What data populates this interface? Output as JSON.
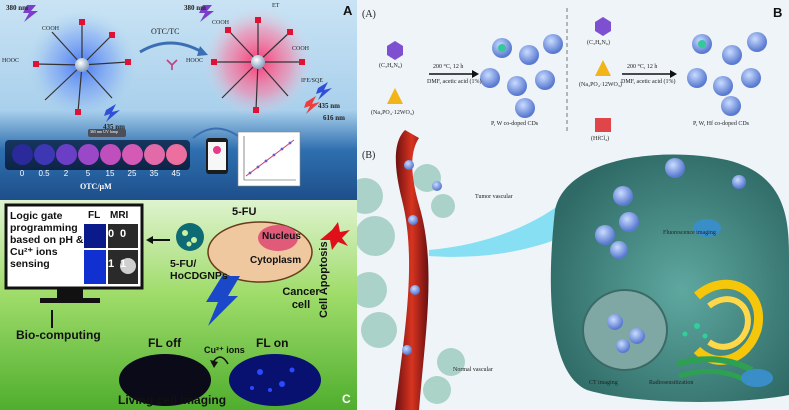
{
  "panel_a": {
    "label": "A",
    "excitation_left": "380 nm",
    "excitation_right": "380 nm",
    "emission_left": "435 nm",
    "emission_right_1": "435 nm",
    "emission_right_2": "616 nm",
    "analyte_arrow": "OTC/TC",
    "et_label": "ET",
    "ife_label": "IFE/SQE",
    "uv_lamp_label": "365 nm UV lamp",
    "concentrations": [
      "0",
      "0.5",
      "2",
      "5",
      "15",
      "25",
      "35",
      "45"
    ],
    "concentration_unit": "OTC/μM",
    "dot_colors": [
      "#2a2a9a",
      "#3d37b4",
      "#6a3fc6",
      "#9a48c8",
      "#c04fbe",
      "#d45ab5",
      "#e36aa8",
      "#ec6f9f"
    ],
    "group_labels": {
      "cooh_top_left": "COOH",
      "hooc_left": "HOOC",
      "cooh_right_left": "COOH",
      "hooc_right": "HOOC",
      "cooh_right_right": "COOH"
    }
  },
  "panel_b": {
    "label": "B",
    "sub_a": "(A)",
    "sub_b": "(B)",
    "reactant_1": "(C₃H₆N₆)",
    "reactant_2": "(Na₃PO₄·12WO₃)",
    "condition_1": "200 °C, 12 h",
    "condition_2": "DMF, acetic acid (1%)",
    "product_1": "P, W co-doped CDs",
    "reactant_3": "(C₃H₆N₆)",
    "reactant_4": "(Na₃PO₄·12WO₃)",
    "reactant_5": "(HfCl₄)",
    "condition_3": "200 °C, 12 h",
    "condition_4": "DMF, acetic acid (1%)",
    "product_2": "P, W, Hf co-doped CDs",
    "tumor_vascular": "Tumor vascular",
    "normal_vascular": "Normal vascular",
    "fluorescence_imaging": "Fluorescence imaging",
    "ct_imaging": "CT imaging",
    "radiosensitization": "Radiosensitization"
  },
  "panel_c": {
    "label": "C",
    "logic_gate_text": "Logic gate programming based on pH & Cu²⁺ ions sensing",
    "fl_header": "FL",
    "mri_header": "MRI",
    "gate_values": [
      "0",
      "0",
      "1",
      "1"
    ],
    "bio_computing": "Bio-computing",
    "drug_label": "5-FU",
    "complex_label": "5-FU/ HoCDGNPs",
    "nucleus": "Nucleus",
    "cytoplasm": "Cytoplasm",
    "cancer_cell": "Cancer cell",
    "cell_apoptosis": "Cell Apoptosis",
    "fl_off": "FL off",
    "fl_on": "FL on",
    "cu_ions": "Cu²⁺ ions",
    "living_cell_imaging": "Living cell imaging"
  }
}
